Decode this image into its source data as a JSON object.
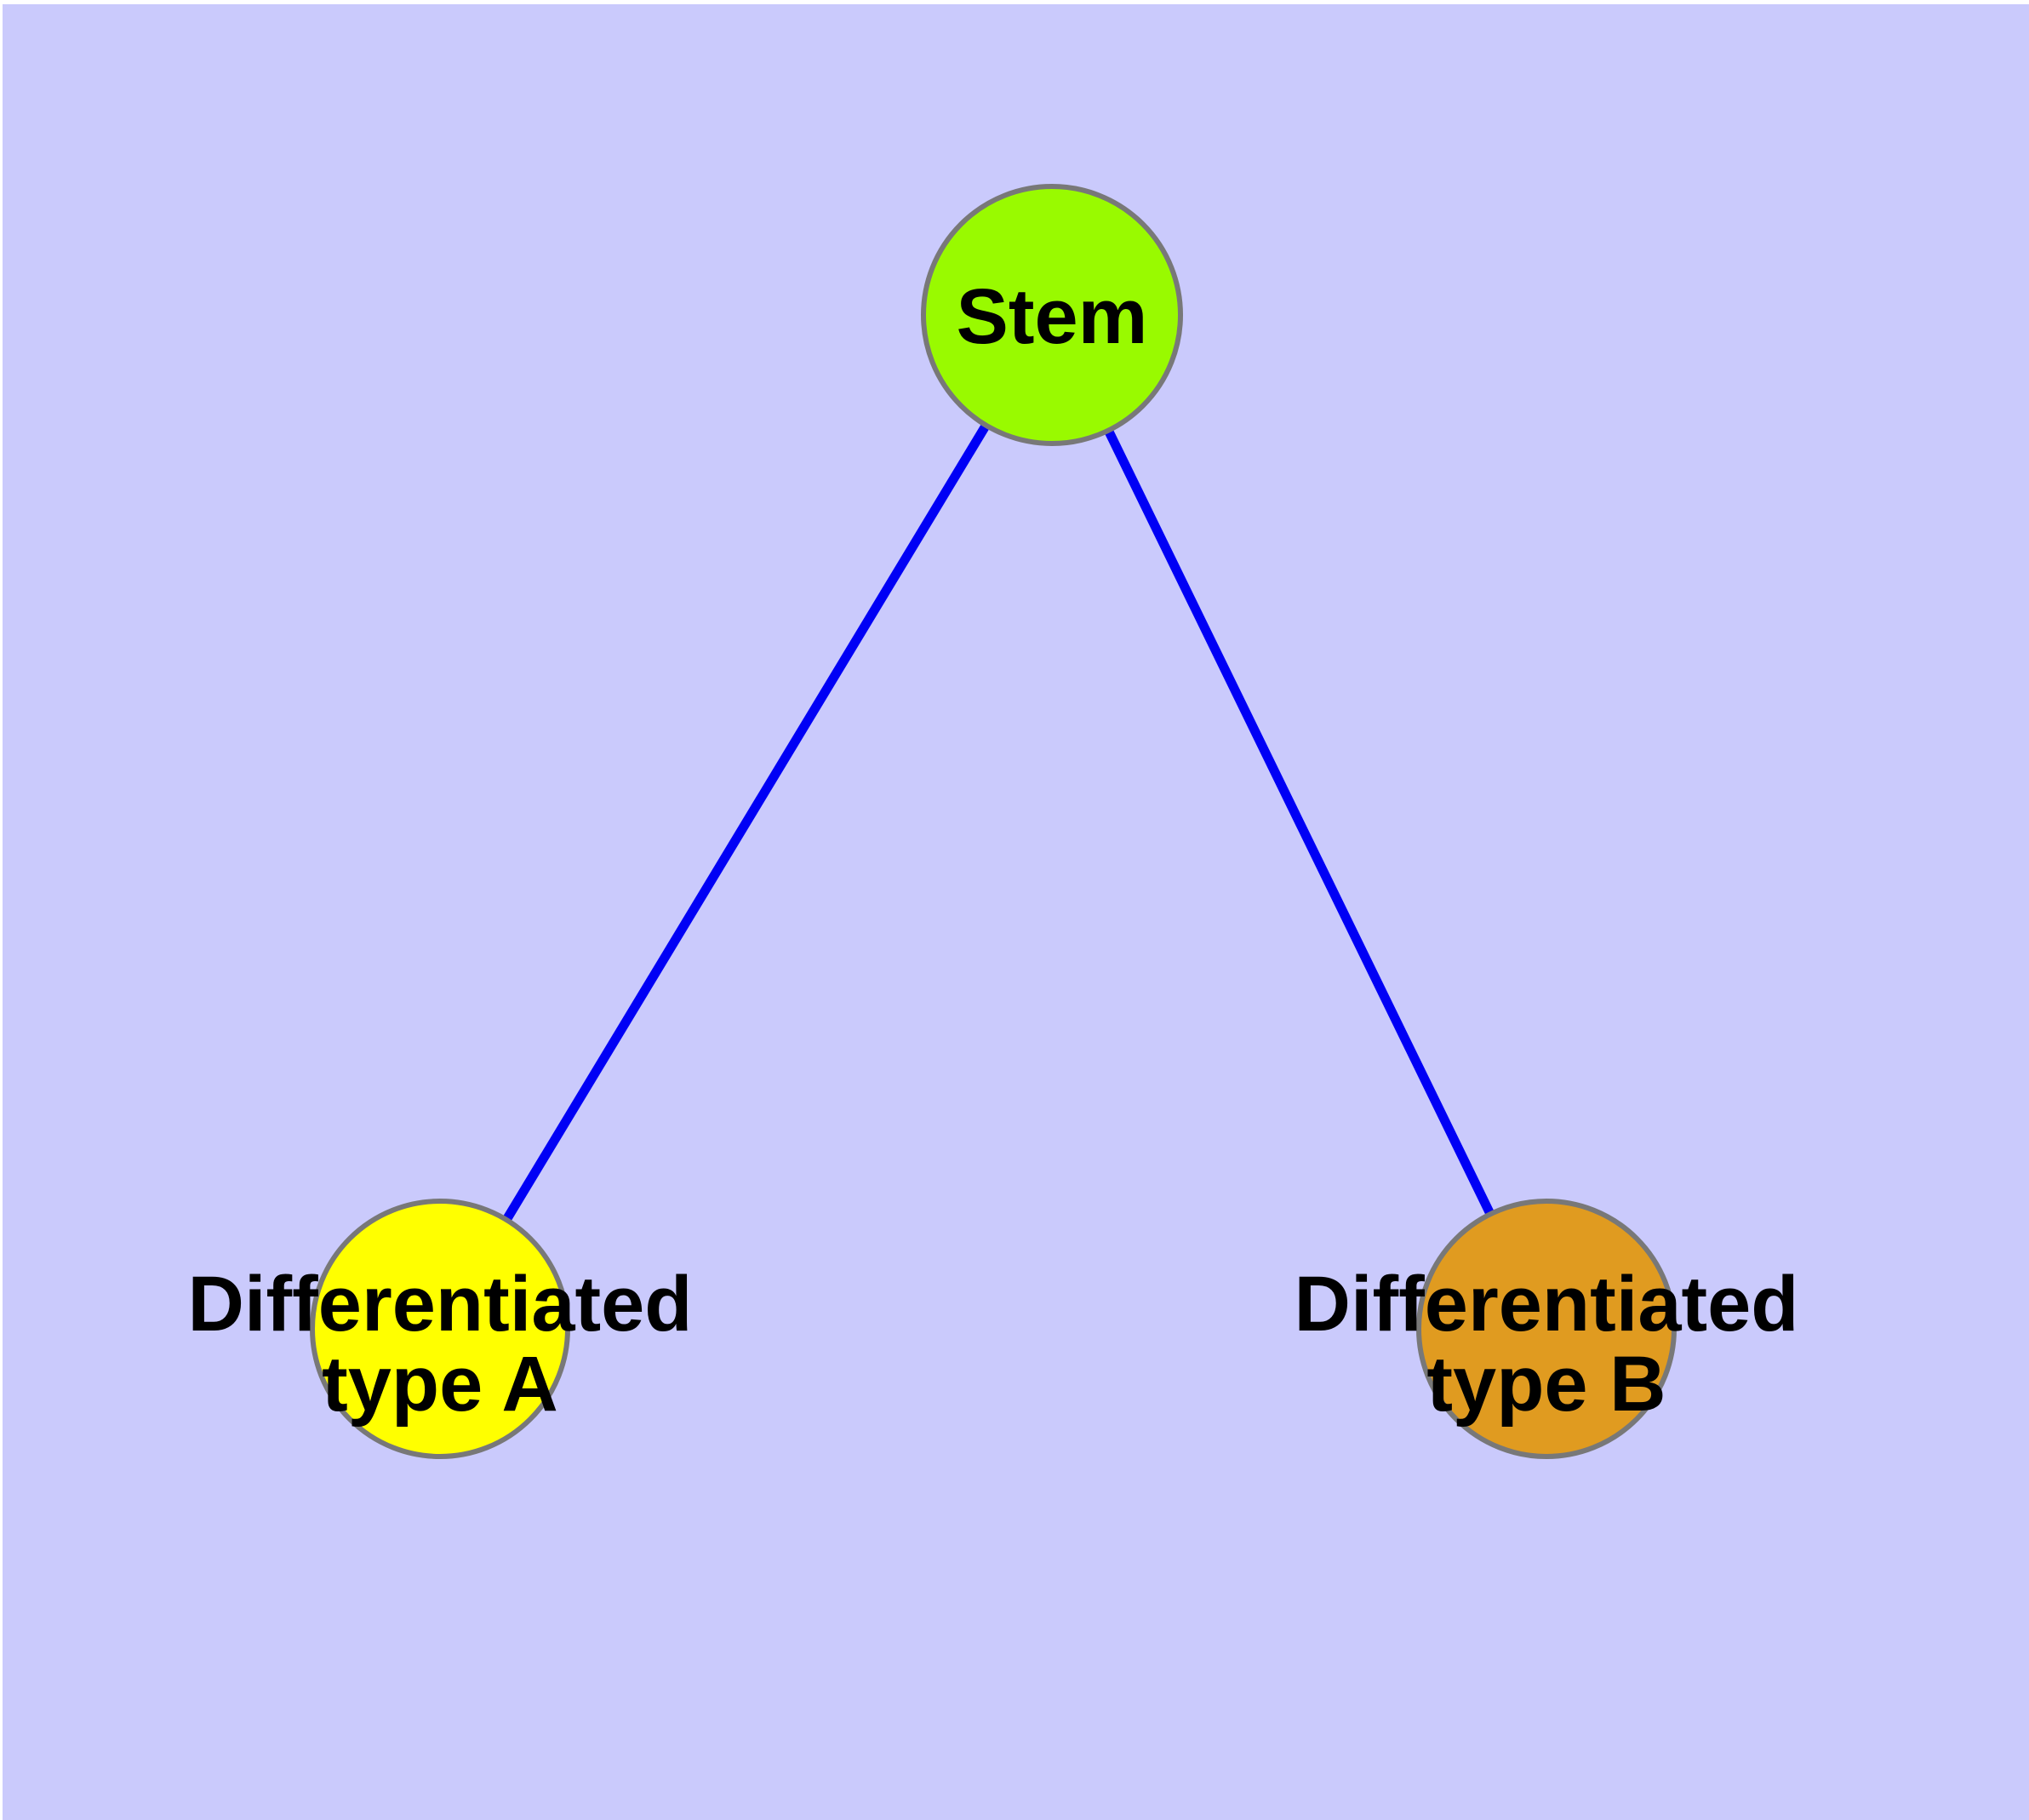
{
  "diagram": {
    "description": "Cell differentiation graph: one stem node linked to two differentiated cell type nodes",
    "colors": {
      "background": "#cacafc",
      "frame": "#ffffff",
      "edge": "#0000f5",
      "node_border": "#787878",
      "label": "#000000"
    },
    "nodes": {
      "stem": {
        "label": "Stem",
        "fill": "#99fa00"
      },
      "type_a": {
        "label_line1": "Differentiated",
        "label_line2": "type A",
        "full_label": "Differentiated type A",
        "fill": "#ffff00"
      },
      "type_b": {
        "label_line1": "Differentiated",
        "label_line2": "type B",
        "full_label": "Differentiated type B",
        "fill": "#e09b20"
      }
    },
    "edges": [
      {
        "from": "Stem",
        "to": "Differentiated type A"
      },
      {
        "from": "Stem",
        "to": "Differentiated type B"
      }
    ]
  }
}
